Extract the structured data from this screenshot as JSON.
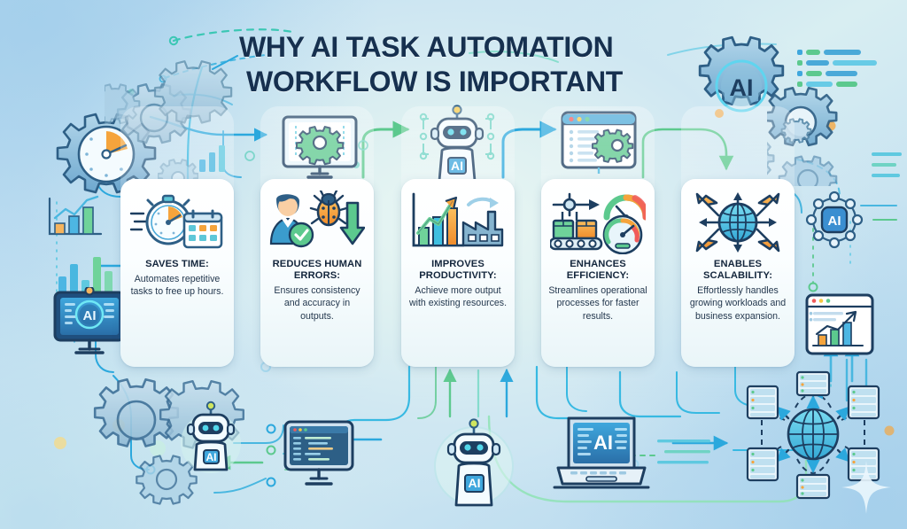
{
  "title": {
    "line1": "WHY AI TASK AUTOMATION",
    "line2": "WORKFLOW IS IMPORTANT"
  },
  "colors": {
    "title_navy": "#16304f",
    "card_background": "#ffffff",
    "accent_blue": "#2ba8dd",
    "accent_green": "#5cc98e",
    "accent_orange": "#f5a43c",
    "gear_blue": "#7fb5d8",
    "background_blue": "#bcdcf0",
    "text_dark": "#14263c"
  },
  "cards": [
    {
      "id": "saves-time",
      "icon": "stopwatch-calendar-icon",
      "heading": "SAVES TIME:",
      "body": "Automates repetitive tasks to free up hours."
    },
    {
      "id": "reduces-human-errors",
      "icon": "person-check-bug-arrow-icon",
      "heading": "REDUCES HUMAN ERRORS:",
      "body": "Ensures consistency and accuracy in outputs."
    },
    {
      "id": "improves-productivity",
      "icon": "bar-chart-factory-icon",
      "heading": "IMPROVES PRODUCTIVITY:",
      "body": "Achieve more output with existing resources."
    },
    {
      "id": "enhances-efficiency",
      "icon": "conveyor-gauge-icon",
      "heading": "ENHANCES EFFICIENCY:",
      "body": "Streamlines operational processes for faster results."
    },
    {
      "id": "enables-scalability",
      "icon": "globe-expanding-arrows-icon",
      "heading": "ENABLES SCALABILITY:",
      "body": "Effortlessly handles growing workloads and business expansion."
    }
  ],
  "badges": {
    "ai": "AI"
  },
  "decorations": {
    "top_row": [
      {
        "name": "monitor-gear-icon",
        "label": ""
      },
      {
        "name": "robot-ai-icon",
        "label": "AI"
      },
      {
        "name": "browser-gear-icon",
        "label": ""
      }
    ],
    "bottom_row": [
      {
        "name": "code-monitor-icon",
        "label": ""
      },
      {
        "name": "robot-ai-icon",
        "label": "AI"
      },
      {
        "name": "laptop-ai-icon",
        "label": "AI"
      }
    ],
    "left": [
      {
        "name": "gauge-gear-icon",
        "label": ""
      },
      {
        "name": "gear-cluster-icon",
        "label": ""
      },
      {
        "name": "bar-chart-icon",
        "label": ""
      },
      {
        "name": "ai-monitor-icon",
        "label": "AI"
      },
      {
        "name": "gear-robot-icon",
        "label": "AI"
      }
    ],
    "right": [
      {
        "name": "ai-gear-icon",
        "label": "AI"
      },
      {
        "name": "gear-cluster-icon",
        "label": ""
      },
      {
        "name": "list-lines-icon",
        "label": ""
      },
      {
        "name": "ai-network-node-icon",
        "label": "AI"
      },
      {
        "name": "analytics-window-icon",
        "label": ""
      },
      {
        "name": "globe-servers-icon",
        "label": ""
      },
      {
        "name": "sparkle-icon",
        "label": ""
      }
    ]
  }
}
